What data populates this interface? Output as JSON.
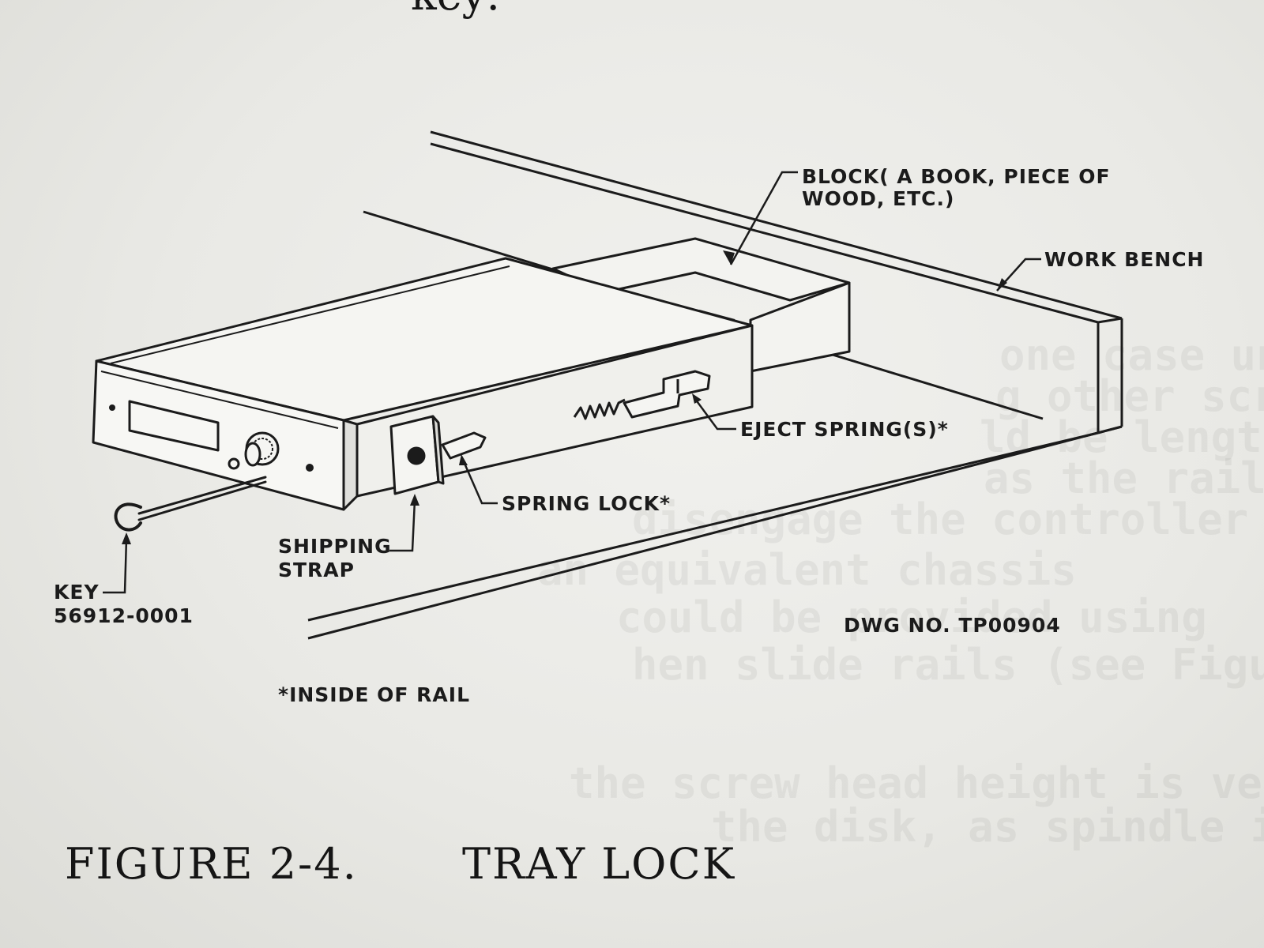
{
  "caption": {
    "number": "FIGURE 2-4.",
    "title": "TRAY LOCK"
  },
  "labels": {
    "block": [
      "BLOCK( A BOOK, PIECE OF",
      "WOOD, ETC.)"
    ],
    "work_bench": "WORK BENCH",
    "eject_spring": "EJECT SPRING(S)*",
    "spring_lock": "SPRING LOCK*",
    "shipping_strap": [
      "SHIPPING",
      "STRAP"
    ],
    "key": [
      "KEY",
      "56912-0001"
    ],
    "drawing_number": "DWG NO. TP00904",
    "footnote": "*INSIDE OF RAIL"
  },
  "top_fragment": "key:",
  "bleed_through": [
    "one case unit",
    "g other screws",
    "ld be lengthened a",
    "as the rail latch to",
    "disengage the controller",
    "an equivalent chassis",
    "could be provided using",
    "hen slide rails (see Figure",
    "the screw head height is very critical",
    "the disk, as spindle is removed and"
  ]
}
